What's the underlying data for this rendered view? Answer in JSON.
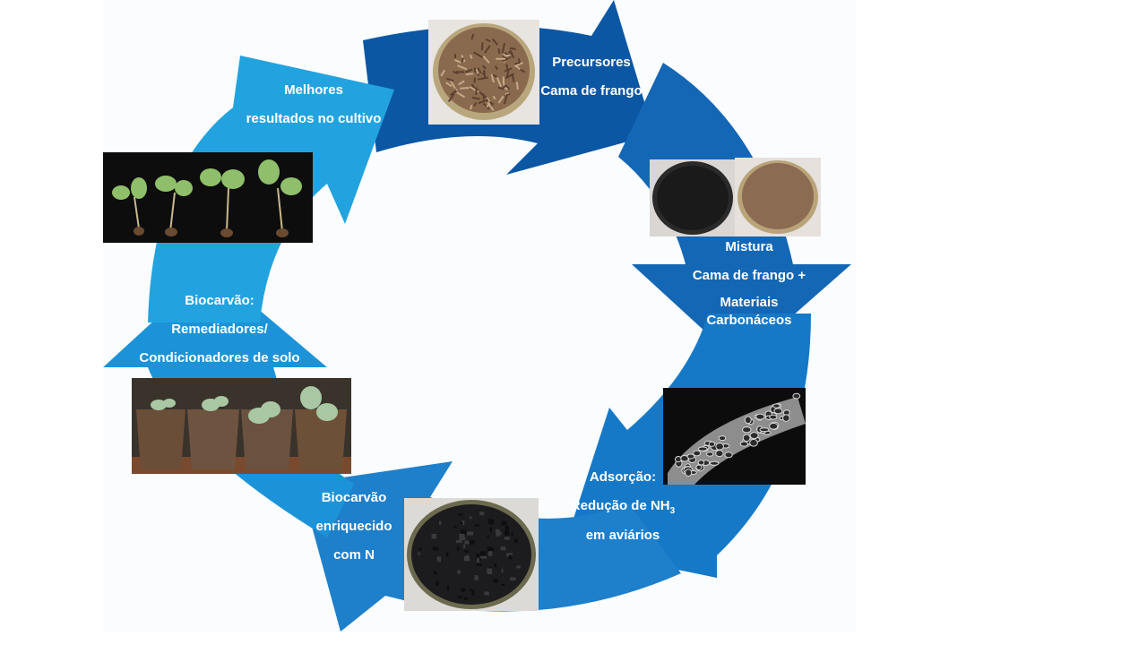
{
  "colors": {
    "deep_blue": "#0b57a4",
    "mid_blue": "#1579c8",
    "light_blue": "#22a3df",
    "bright_blue": "#1e8fd6",
    "label_text": "#ffffff"
  },
  "stages": [
    {
      "id": "precursores",
      "lines": [
        "Precursores",
        "Cama de frango"
      ],
      "photo": "poultry-litter-dish"
    },
    {
      "id": "mistura",
      "lines": [
        "Mistura",
        "Cama de frango +",
        "Materiais",
        "Carbonáceos"
      ],
      "photo": "biochar-and-litter-dishes"
    },
    {
      "id": "adsorcao",
      "lines": [
        "Adsorção:",
        "Redução de NH",
        "3",
        "em aviários"
      ],
      "photo": "sem-micrograph"
    },
    {
      "id": "biocarvao-n",
      "lines": [
        "Biocarvão",
        "enriquecido",
        "com N"
      ],
      "photo": "biochar-dish"
    },
    {
      "id": "biocarvao-solo",
      "lines": [
        "Biocarvão:",
        "Remediadores/",
        "Condicionadores de solo"
      ],
      "photo": "potted-seedlings"
    },
    {
      "id": "melhores",
      "lines": [
        "Melhores",
        "resultados no cultivo"
      ],
      "photo": "uprooted-plants"
    }
  ]
}
